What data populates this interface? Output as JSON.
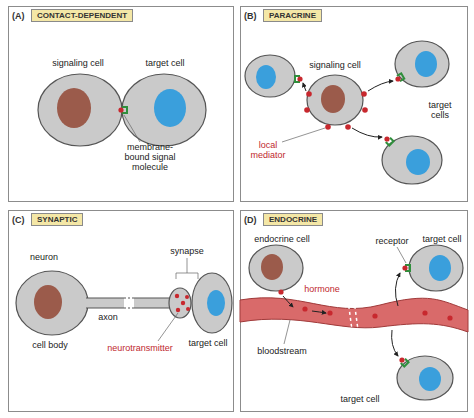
{
  "diagram": {
    "nodes": [
      {
        "text": [
          "(A)",
          "CONTACT-DEPENDENT"
        ]
      },
      {
        "text": [
          "(B)",
          "PARACRINE"
        ]
      },
      {
        "text": [
          "(C)",
          "SYNAPTIC"
        ]
      },
      {
        "text": [
          "(D)",
          "ENDOCRINE"
        ]
      }
    ],
    "labels": [
      "signaling cell",
      "target cell",
      "membrane-bound signal molecule",
      "signaling cell",
      "target cells",
      "local mediator",
      "neuron",
      "cell body",
      "axon",
      "synapse",
      "neurotransmitter",
      "target cell",
      "endocrine cell",
      "receptor",
      "target cell",
      "hormone",
      "bloodstream",
      "target cell"
    ]
  }
}
